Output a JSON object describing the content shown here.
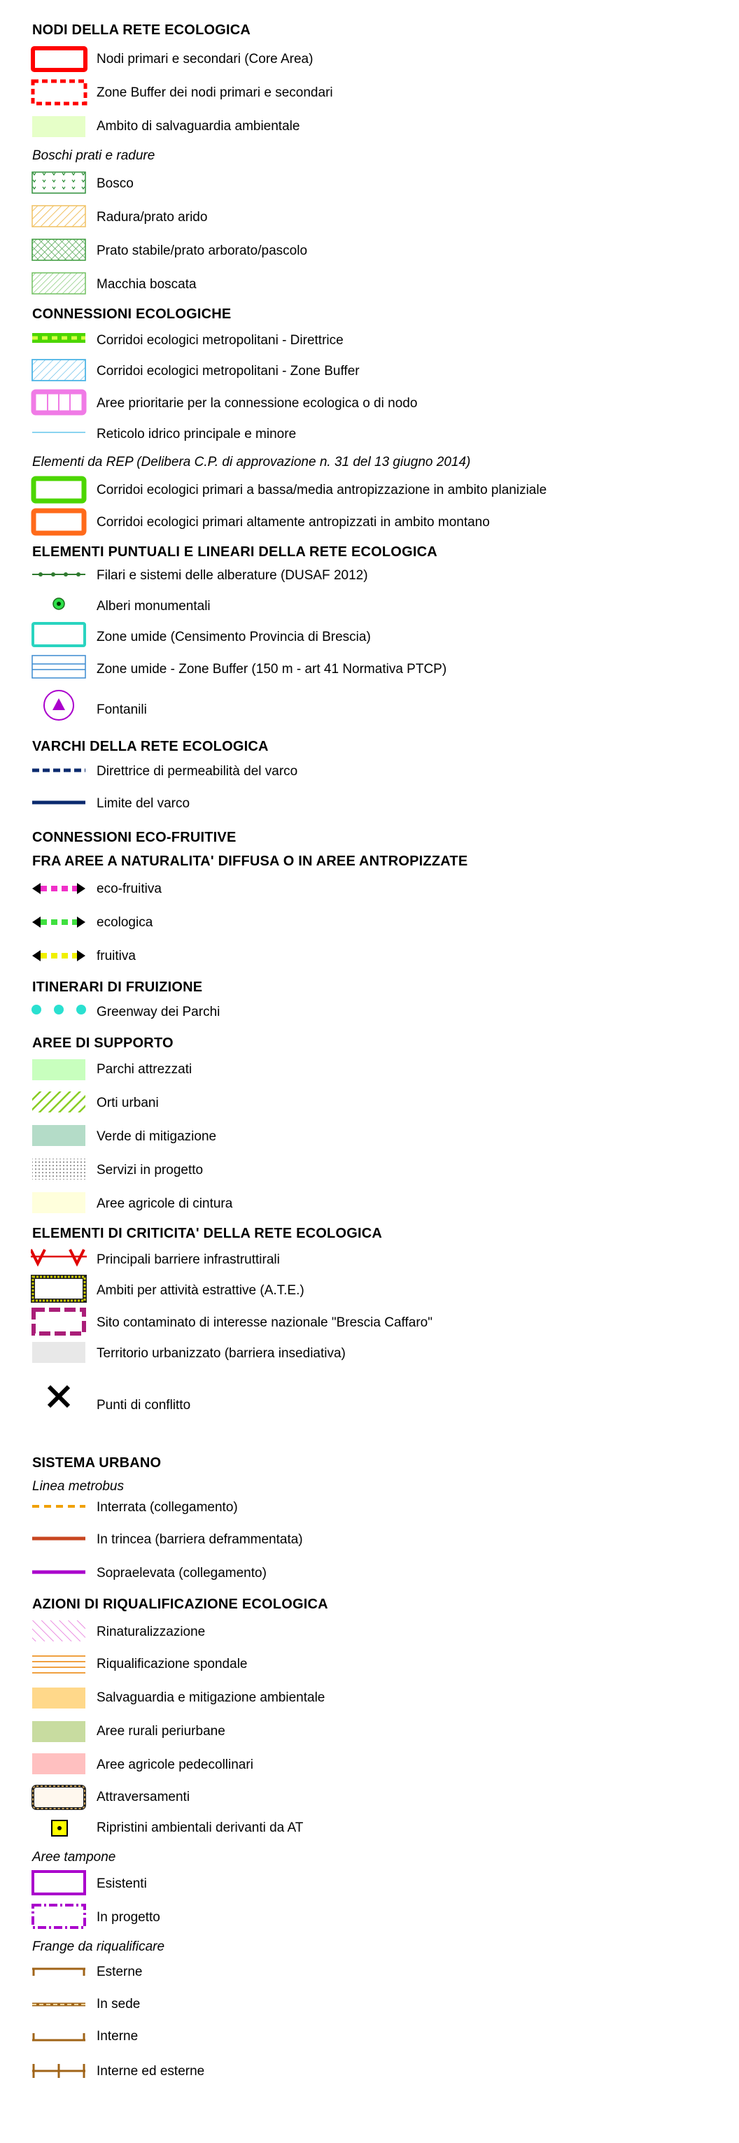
{
  "legend": {
    "nodi": {
      "title": "NODI DELLA RETE ECOLOGICA",
      "core": "Nodi primari e secondari (Core Area)",
      "buffer": "Zone Buffer dei nodi primari e secondari",
      "salvaguardia": "Ambito di salvaguardia ambientale",
      "boschi_title": "Boschi prati e radure",
      "bosco": "Bosco",
      "radura": "Radura/prato arido",
      "prato": "Prato stabile/prato arborato/pascolo",
      "macchia": "Macchia boscata"
    },
    "connessioni": {
      "title": "CONNESSIONI ECOLOGICHE",
      "direttrice": "Corridoi ecologici metropolitani - Direttrice",
      "zone_buffer": "Corridoi ecologici metropolitani - Zone Buffer",
      "aree_prioritarie": "Aree prioritarie per la connessione ecologica o di nodo",
      "reticolo": "Reticolo idrico principale e minore",
      "rep_title": "Elementi da REP (Delibera C.P. di approvazione n. 31 del 13 giugno 2014)",
      "planiziale": "Corridoi ecologici primari a bassa/media antropizzazione in ambito planiziale",
      "montano": "Corridoi ecologici primari altamente antropizzati in ambito montano"
    },
    "puntuali": {
      "title": "ELEMENTI PUNTUALI E LINEARI DELLA RETE ECOLOGICA",
      "filari": "Filari e sistemi delle alberature (DUSAF 2012)",
      "alberi": "Alberi monumentali",
      "zone_umide": "Zone umide (Censimento Provincia di Brescia)",
      "zone_umide_buffer": "Zone umide - Zone Buffer (150 m - art 41 Normativa PTCP)",
      "fontanili": "Fontanili"
    },
    "varchi": {
      "title": "VARCHI DELLA RETE ECOLOGICA",
      "direttrice": "Direttrice di permeabilità del varco",
      "limite": "Limite del varco"
    },
    "eco_fruitive": {
      "title1": "CONNESSIONI ECO-FRUITIVE",
      "title2": "FRA AREE A NATURALITA' DIFFUSA O IN AREE ANTROPIZZATE",
      "eco_fruitiva": "eco-fruitiva",
      "ecologica": "ecologica",
      "fruitiva": "fruitiva"
    },
    "itinerari": {
      "title": "ITINERARI DI FRUIZIONE",
      "greenway": "Greenway dei Parchi"
    },
    "supporto": {
      "title": "AREE DI SUPPORTO",
      "parchi": "Parchi attrezzati",
      "orti": "Orti urbani",
      "verde": "Verde di mitigazione",
      "servizi": "Servizi in progetto",
      "agricole": "Aree agricole di cintura"
    },
    "criticita": {
      "title": "ELEMENTI DI CRITICITA' DELLA RETE ECOLOGICA",
      "barriere": "Principali barriere infrastruttirali",
      "ate": "Ambiti per attività estrattive (A.T.E.)",
      "caffaro": "Sito contaminato di interesse nazionale \"Brescia Caffaro\"",
      "territorio": "Territorio urbanizzato (barriera insediativa)",
      "conflitto": "Punti di conflitto"
    },
    "urbano": {
      "title": "SISTEMA URBANO",
      "metrobus_title": "Linea metrobus",
      "interrata": "Interrata (collegamento)",
      "trincea": "In trincea (barriera deframmentata)",
      "sopraelevata": "Sopraelevata (collegamento)"
    },
    "azioni": {
      "title": "AZIONI DI RIQUALIFICAZIONE ECOLOGICA",
      "rinaturalizzazione": "Rinaturalizzazione",
      "spondale": "Riqualificazione spondale",
      "salvaguardia": "Salvaguardia e mitigazione ambientale",
      "rurali": "Aree rurali periurbane",
      "pedecollinari": "Aree agricole pedecollinari",
      "attraversamenti": "Attraversamenti",
      "ripristini": "Ripristini ambientali derivanti da AT",
      "tampone_title": "Aree tampone",
      "esistenti": "Esistenti",
      "in_progetto": "In progetto",
      "frange_title": "Frange da riqualificare",
      "esterne": "Esterne",
      "in_sede": "In sede",
      "interne": "Interne",
      "interne_esterne": "Interne ed esterne"
    }
  },
  "colors": {
    "core_red": "#ff0000",
    "salvaguardia": "#e6ffc8",
    "green_corridor": "#4cd600",
    "orange_corridor": "#ff6a1a",
    "pink": "#f07ae6",
    "cyan": "#2ad4c0",
    "navy": "#0a2a6e",
    "purple": "#aa00cc"
  }
}
